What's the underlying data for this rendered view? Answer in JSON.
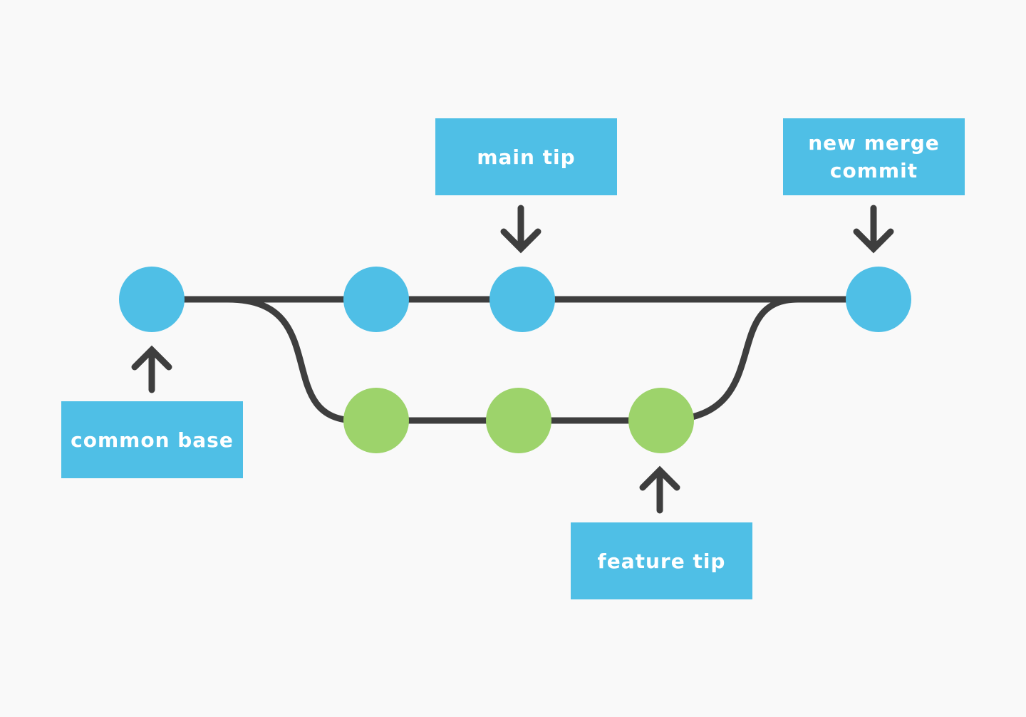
{
  "colors": {
    "background": "#f9f9f9",
    "main_commit": "#4fbfe6",
    "feature_commit": "#9dd36b",
    "line": "#3e3e3e",
    "label_bg": "#4fbfe6",
    "label_text": "#ffffff"
  },
  "branches": {
    "main": {
      "commit_count": 4
    },
    "feature": {
      "commit_count": 3
    }
  },
  "labels": {
    "main_tip": "main tip",
    "merge_commit_line1": "new merge",
    "merge_commit_line2": "commit",
    "common_base": "common base",
    "feature_tip": "feature tip"
  },
  "icons": {
    "down_arrow": "arrow-down-icon",
    "up_arrow": "arrow-up-icon"
  }
}
